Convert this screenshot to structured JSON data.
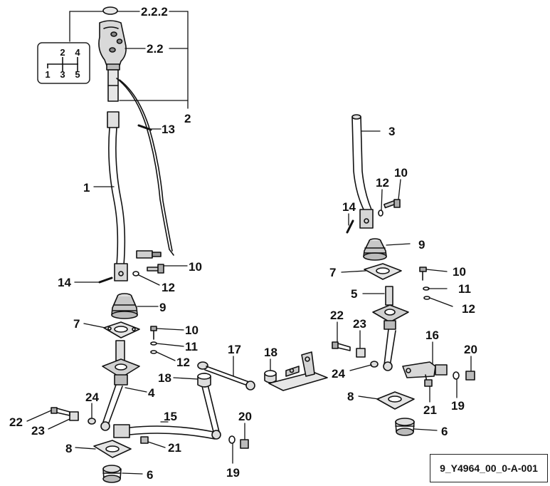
{
  "diagram": {
    "reference_code": "9_Y4964_00_0-A-001",
    "gear_pattern": [
      "1",
      "2",
      "3",
      "4",
      "5"
    ],
    "callouts": {
      "c_2_2_2": "2.2.2",
      "c_2_2": "2.2",
      "c_2": "2",
      "c_13": "13",
      "c_1": "1",
      "c_10_left": "10",
      "c_14_left": "14",
      "c_12_left": "12",
      "c_9_left": "9",
      "c_7_left": "7",
      "c_10_left2": "10",
      "c_11_left": "11",
      "c_12_left2": "12",
      "c_18_left": "18",
      "c_4": "4",
      "c_24_left": "24",
      "c_15": "15",
      "c_22_left": "22",
      "c_23_left": "23",
      "c_21_left": "21",
      "c_20_left": "20",
      "c_8_left": "8",
      "c_19_left": "19",
      "c_6_left": "6",
      "c_17": "17",
      "c_18_mid": "18",
      "c_3": "3",
      "c_12_right": "12",
      "c_10_right": "10",
      "c_14_right": "14",
      "c_9_right": "9",
      "c_7_right": "7",
      "c_10_right2": "10",
      "c_11_right": "11",
      "c_5": "5",
      "c_12_right2": "12",
      "c_22_right": "22",
      "c_23_right": "23",
      "c_16": "16",
      "c_20_right": "20",
      "c_24_right": "24",
      "c_8_right": "8",
      "c_21_right": "21",
      "c_19_right": "19",
      "c_6_right": "6"
    }
  }
}
